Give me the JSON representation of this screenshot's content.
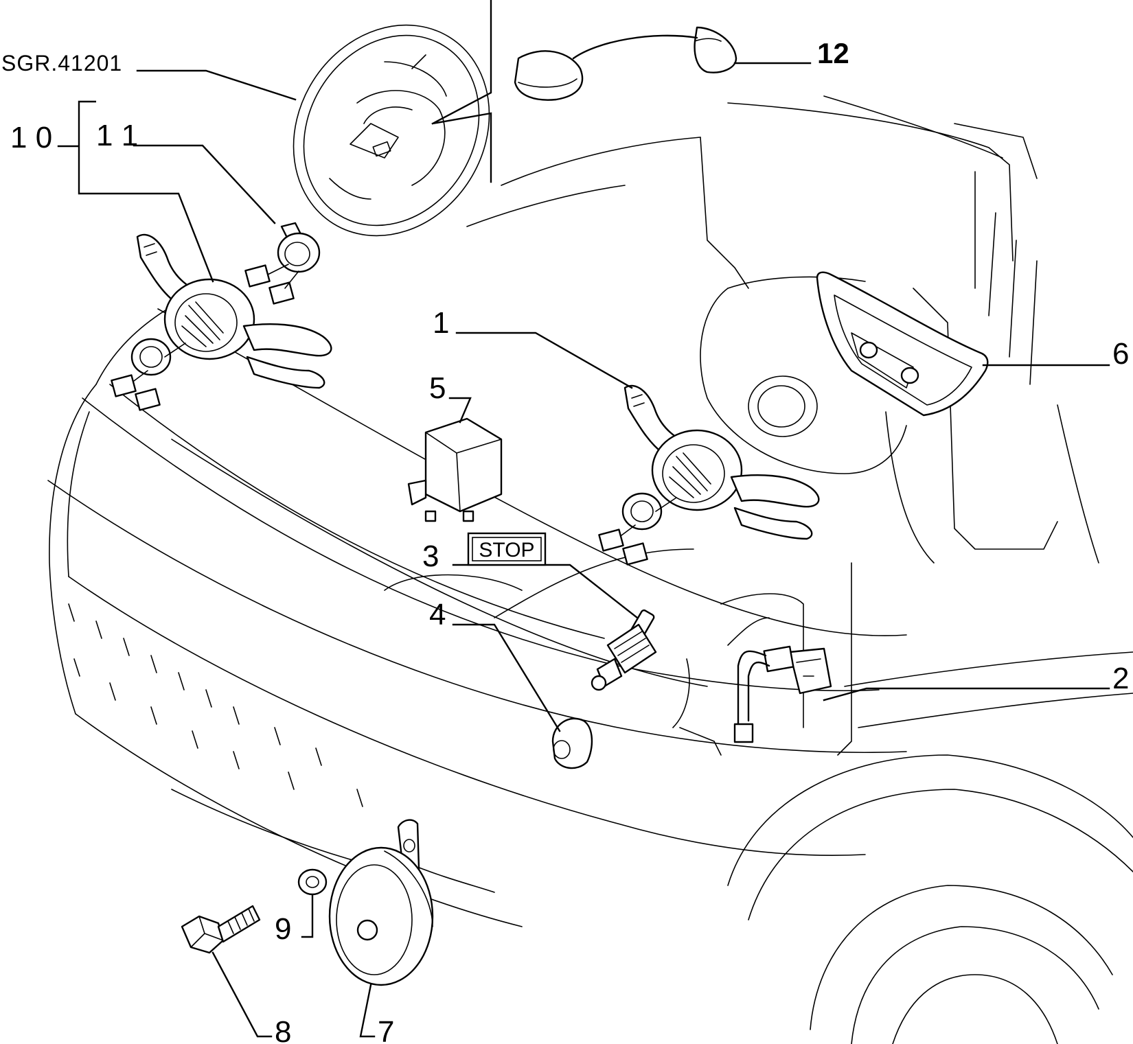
{
  "drawing_ref": "SGR.41201",
  "callouts": {
    "c1": "1",
    "c2": "2",
    "c3": "3",
    "c4": "4",
    "c5": "5",
    "c6": "6",
    "c7": "7",
    "c8": "8",
    "c9": "9",
    "c10": "1 0",
    "c11": "1 1",
    "c12": "12"
  },
  "stop_label": "STOP"
}
